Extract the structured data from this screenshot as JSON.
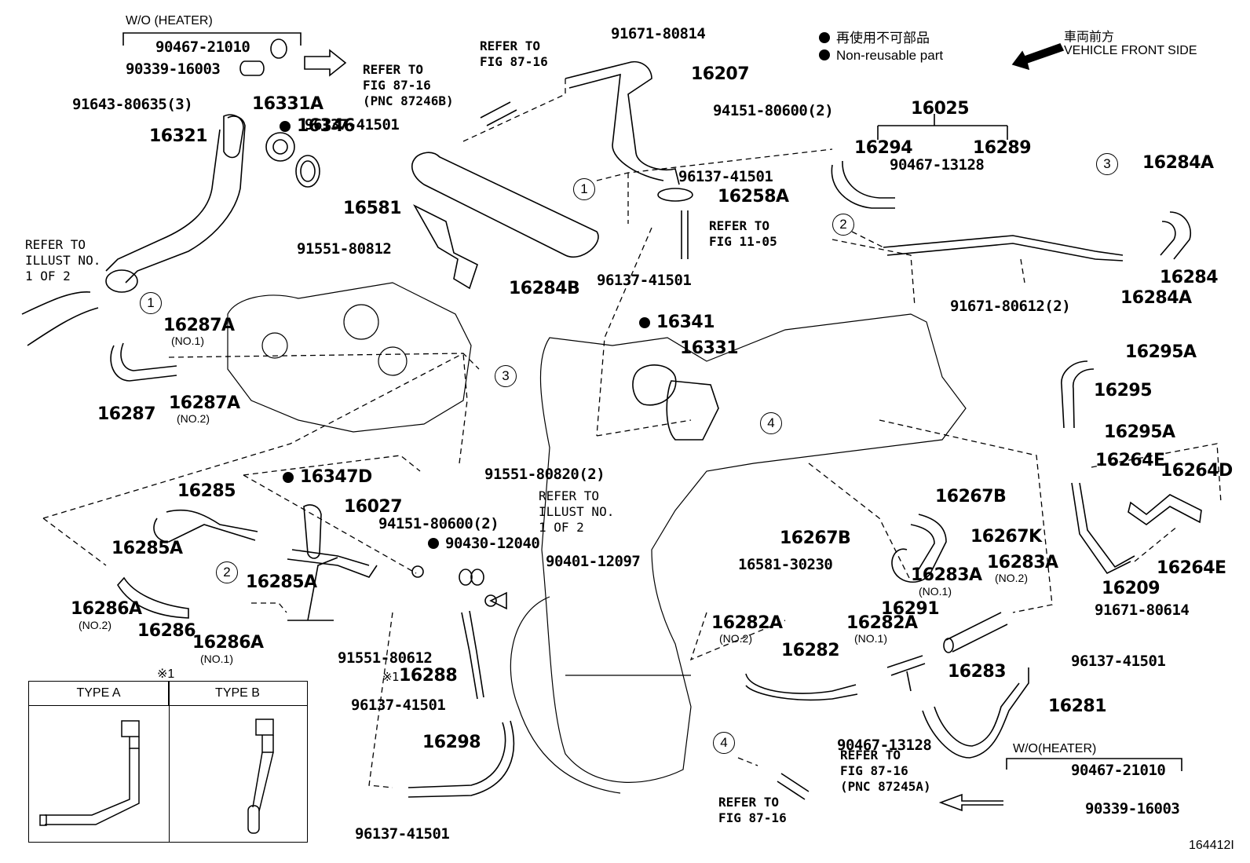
{
  "legend": {
    "jp": "再使用不可部品",
    "en": "Non-reusable part",
    "front_jp": "車両前方",
    "front_en": "VEHICLE FRONT SIDE"
  },
  "figure_id": "164412I",
  "groups": {
    "wo_heater_top": "W/O (HEATER)",
    "wo_heater_bottom": "W/O(HEATER)",
    "type_note": "※1",
    "type_a": "TYPE A",
    "type_b": "TYPE B"
  },
  "refs": {
    "ref_top": "REFER TO\nFIG 87-16\n(PNC 87246B)",
    "ref_top2": "REFER TO\nFIG 87-16",
    "ref_left": "REFER TO\nILLUST NO.\n1 OF 2",
    "ref_fig11": "REFER TO\nFIG 11-05",
    "ref_center": "REFER TO\nILLUST NO.\n1 OF 2",
    "ref_bottom_a": "REFER TO\nFIG 87-16\n(PNC 87245A)",
    "ref_bottom_b": "REFER TO\nFIG 87-16"
  },
  "callouts": [
    "1",
    "2",
    "3",
    "4"
  ],
  "parts": {
    "p90467_21010_top": "90467-21010",
    "p90339_16003_top": "90339-16003",
    "p91643": "91643-80635(3)",
    "p16331A": "16331A",
    "p16346": "16346",
    "p16321": "16321",
    "p91671_80814": "91671-80814",
    "p16207": "16207",
    "p96137_a": "96137-41501",
    "p94151_top": "94151-80600(2)",
    "p96137_b": "96137-41501",
    "p16258A": "16258A",
    "p16581": "16581",
    "p91551_80812": "91551-80812",
    "p16284B": "16284B",
    "p96137_c": "96137-41501",
    "p16025": "16025",
    "p16294": "16294",
    "p16289": "16289",
    "p90467_13128_top": "90467-13128",
    "p16284A_top": "16284A",
    "p16284": "16284",
    "p16284A_bot": "16284A",
    "p91671_80612": "91671-80612(2)",
    "p16287A_1": "16287A",
    "p16287A_1_no": "(NO.1)",
    "p16287": "16287",
    "p16287A_2": "16287A",
    "p16287A_2_no": "(NO.2)",
    "p16341": "16341",
    "p16331": "16331",
    "p16295A_top": "16295A",
    "p16295": "16295",
    "p16295A_bot": "16295A",
    "p16264E_top": "16264E",
    "p16264D": "16264D",
    "p16264E_bot": "16264E",
    "p16209": "16209",
    "p91671_80614": "91671-80614",
    "p91551_80820": "91551-80820(2)",
    "p16347D": "16347D",
    "p16285": "16285",
    "p16027": "16027",
    "p94151_mid": "94151-80600(2)",
    "p90430": "90430-12040",
    "p90401": "90401-12097",
    "p16285A_a": "16285A",
    "p16285A_b": "16285A",
    "p16286A_2": "16286A",
    "p16286A_2_no": "(NO.2)",
    "p16286": "16286",
    "p16286A_1": "16286A",
    "p16286A_1_no": "(NO.1)",
    "p91551_80612": "91551-80612",
    "p16288": "16288",
    "p96137_d": "96137-41501",
    "p16298": "16298",
    "p96137_e": "96137-41501",
    "p16267B_a": "16267B",
    "p16267B_b": "16267B",
    "p16267K": "16267K",
    "p16581_30230": "16581-30230",
    "p16283A_1": "16283A",
    "p16283A_1_no": "(NO.1)",
    "p16283A_2": "16283A",
    "p16283A_2_no": "(NO.2)",
    "p16282A_2": "16282A",
    "p16282A_2_no": "(NO.2)",
    "p16282": "16282",
    "p16282A_1": "16282A",
    "p16282A_1_no": "(NO.1)",
    "p16291": "16291",
    "p16283": "16283",
    "p96137_f": "96137-41501",
    "p16281": "16281",
    "p90467_13128_bot": "90467-13128",
    "p90467_21010_bot": "90467-21010",
    "p90339_16003_bot": "90339-16003"
  }
}
